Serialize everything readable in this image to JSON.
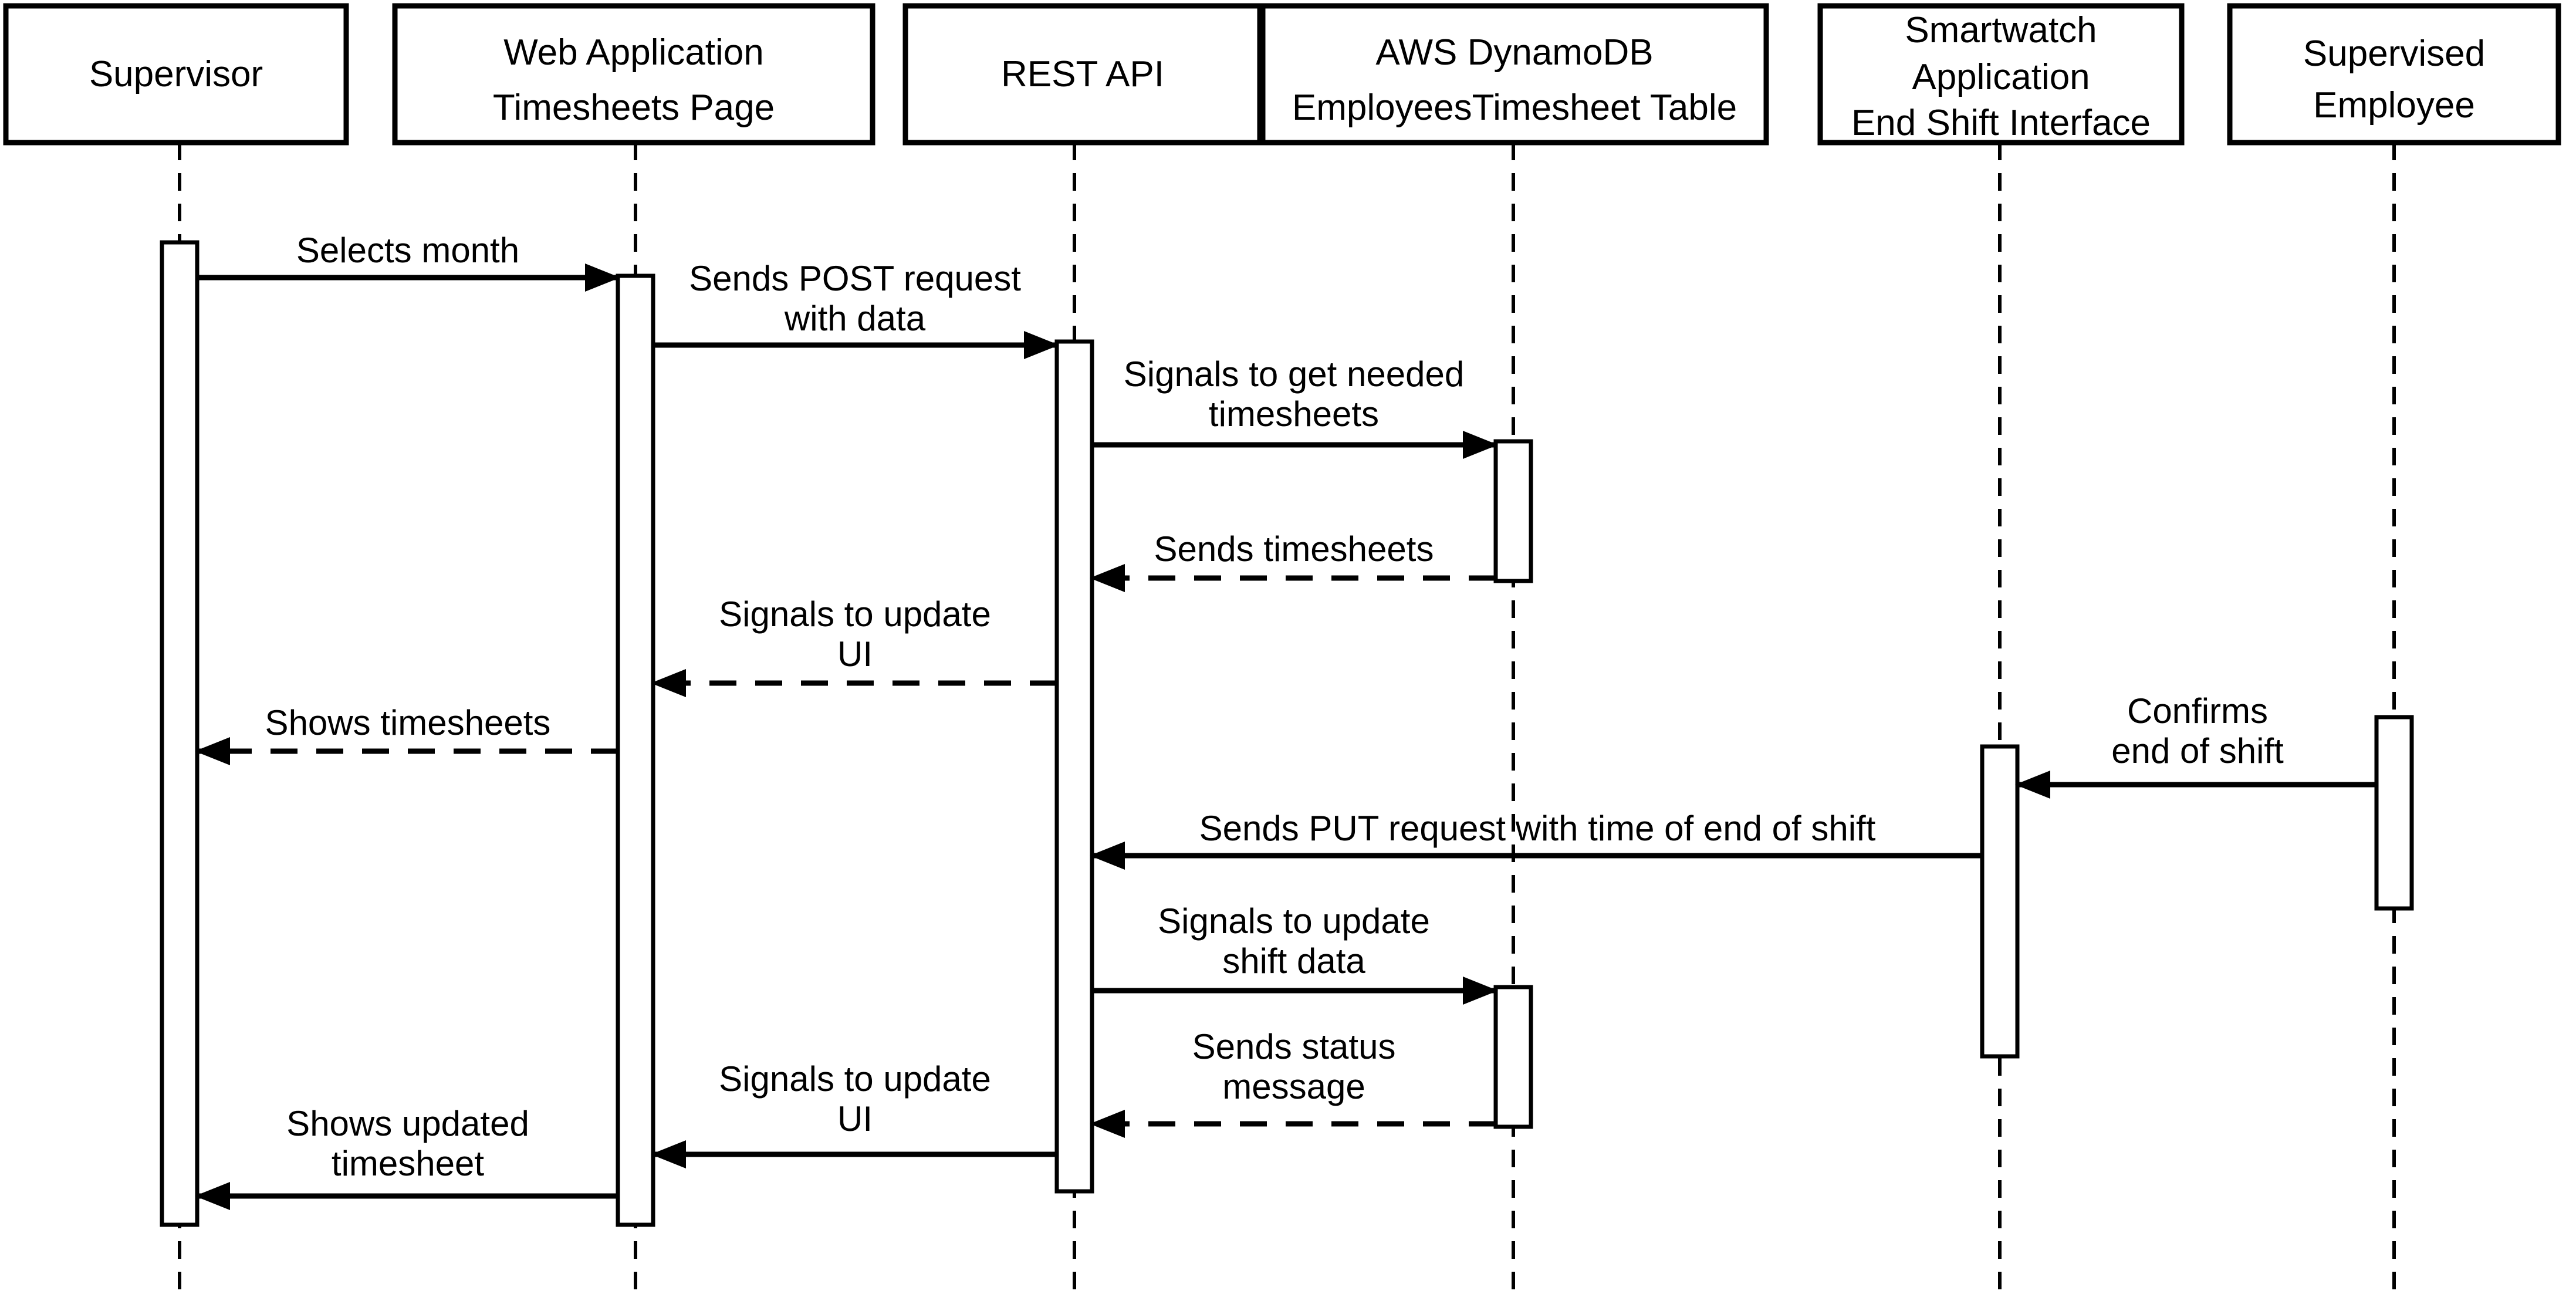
{
  "diagram": {
    "type": "uml-sequence-diagram",
    "colors": {
      "background": "#ffffff",
      "line": "#000000",
      "text": "#000000"
    },
    "actors": [
      {
        "name": "Supervisor",
        "label_lines": [
          "Supervisor"
        ]
      },
      {
        "name": "Web Application Timesheets Page",
        "label_lines": [
          "Web Application",
          "Timesheets Page"
        ]
      },
      {
        "name": "REST API",
        "label_lines": [
          "REST API"
        ]
      },
      {
        "name": "AWS DynamoDB EmployeesTimesheet Table",
        "label_lines": [
          "AWS DynamoDB",
          "EmployeesTimesheet Table"
        ]
      },
      {
        "name": "Smartwatch Application End Shift Interface",
        "label_lines": [
          "Smartwatch",
          "Application",
          "End Shift Interface"
        ]
      },
      {
        "name": "Supervised Employee",
        "label_lines": [
          "Supervised",
          "Employee"
        ]
      }
    ],
    "messages": [
      {
        "from": "Supervisor",
        "to": "Web Application Timesheets Page",
        "type": "solid",
        "label_lines": [
          "Selects month"
        ]
      },
      {
        "from": "Web Application Timesheets Page",
        "to": "REST API",
        "type": "solid",
        "label_lines": [
          "Sends POST request",
          "with data"
        ]
      },
      {
        "from": "REST API",
        "to": "AWS DynamoDB EmployeesTimesheet Table",
        "type": "solid",
        "label_lines": [
          "Signals to get needed",
          "timesheets"
        ]
      },
      {
        "from": "AWS DynamoDB EmployeesTimesheet Table",
        "to": "REST API",
        "type": "dashed",
        "label_lines": [
          "Sends timesheets"
        ]
      },
      {
        "from": "REST API",
        "to": "Web Application Timesheets Page",
        "type": "dashed",
        "label_lines": [
          "Signals to update",
          "UI"
        ]
      },
      {
        "from": "Web Application Timesheets Page",
        "to": "Supervisor",
        "type": "dashed",
        "label_lines": [
          "Shows timesheets"
        ]
      },
      {
        "from": "Supervised Employee",
        "to": "Smartwatch Application End Shift Interface",
        "type": "solid",
        "label_lines": [
          "Confirms",
          "end of shift"
        ]
      },
      {
        "from": "Smartwatch Application End Shift Interface",
        "to": "REST API",
        "type": "solid",
        "label_lines": [
          "Sends PUT request with time of end of shift"
        ]
      },
      {
        "from": "REST API",
        "to": "AWS DynamoDB EmployeesTimesheet Table",
        "type": "solid",
        "label_lines": [
          "Signals to update",
          "shift data"
        ]
      },
      {
        "from": "AWS DynamoDB EmployeesTimesheet Table",
        "to": "REST API",
        "type": "dashed",
        "label_lines": [
          "Sends status",
          "message"
        ]
      },
      {
        "from": "REST API",
        "to": "Web Application Timesheets Page",
        "type": "solid",
        "label_lines": [
          "Signals to update",
          "UI"
        ]
      },
      {
        "from": "Web Application Timesheets Page",
        "to": "Supervisor",
        "type": "solid",
        "label_lines": [
          "Shows updated",
          "timesheet"
        ]
      }
    ]
  }
}
